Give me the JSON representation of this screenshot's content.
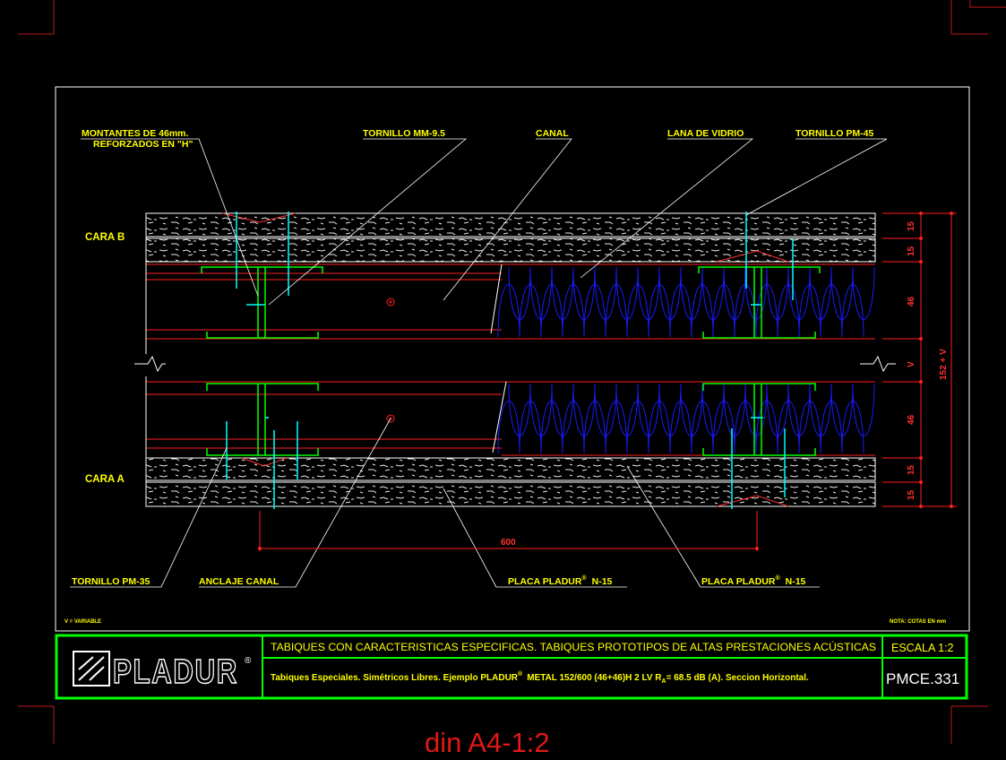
{
  "labels": {
    "montantes_line1": "MONTANTES DE 46mm.",
    "montantes_line2": "REFORZADOS EN \"H\"",
    "tornillo_mm": "TORNILLO MM-9.5",
    "canal": "CANAL",
    "lana": "LANA DE VIDRIO",
    "tornillo_pm45": "TORNILLO PM-45",
    "cara_b": "CARA B",
    "cara_a": "CARA A",
    "tornillo_pm35": "TORNILLO PM-35",
    "anclaje": "ANCLAJE  CANAL",
    "placa_left": "PLACA PLADUR",
    "placa_right": "PLACA PLADUR",
    "placa_reg": "®",
    "placa_suffix": "N-15",
    "v_variable": "V = VARIABLE",
    "nota": "NOTA: COTAS EN mm"
  },
  "dimensions": {
    "d15_1": "15",
    "d15_2": "15",
    "d46_1": "46",
    "v": "V",
    "d46_2": "46",
    "d15_3": "15",
    "d15_4": "15",
    "total": "152 + V",
    "width": "600"
  },
  "title_block": {
    "logo": "PLADUR",
    "logo_reg": "®",
    "title": "TABIQUES CON CARACTERISTICAS ESPECIFICAS. TABIQUES PROTOTIPOS DE ALTAS PRESTACIONES ACÚSTICAS",
    "subtitle_a": "Tabiques Especiales. Simétricos Libres. Ejemplo PLADUR",
    "subtitle_reg": "®",
    "subtitle_b": "METAL 152/600 (46+46)H 2 LV R",
    "subtitle_sub": "A",
    "subtitle_c": "= 68.5 dB (A). Seccion Horizontal.",
    "scale": "ESCALA 1:2",
    "code": "PMCE.331"
  },
  "footer": "din A4-1:2",
  "colors": {
    "annotation": "#ffff00",
    "dimension": "#ff2020",
    "board": "#ffffff",
    "stud": "#00ff00",
    "screw": "#00ffff",
    "insulation": "#1a1aff",
    "frame": "#00ff00"
  }
}
